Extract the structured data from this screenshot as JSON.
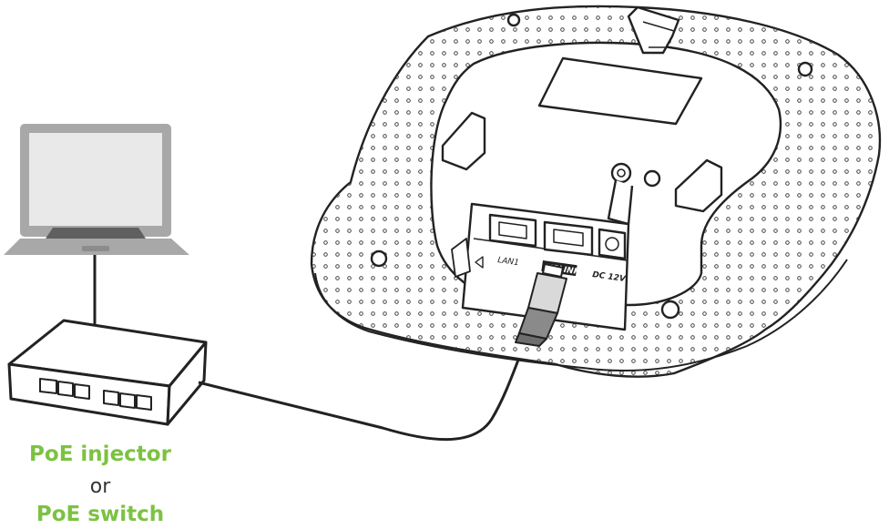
{
  "caption": {
    "line1": "PoE injector",
    "line2": "or",
    "line3": "PoE switch"
  },
  "ports": {
    "lan": "LAN1",
    "uplink": "UPLINK",
    "dc": "DC 12V"
  },
  "colors": {
    "accent_green": "#7cc242",
    "line": "#222222",
    "laptop_gray": "#a8a8a8",
    "laptop_screen": "#e9e9e9",
    "laptop_dark": "#606060",
    "connector_gray": "#8a8a8a"
  },
  "icons": {
    "laptop": "laptop-icon",
    "switch": "poe-switch-icon",
    "access_point": "access-point-device"
  }
}
